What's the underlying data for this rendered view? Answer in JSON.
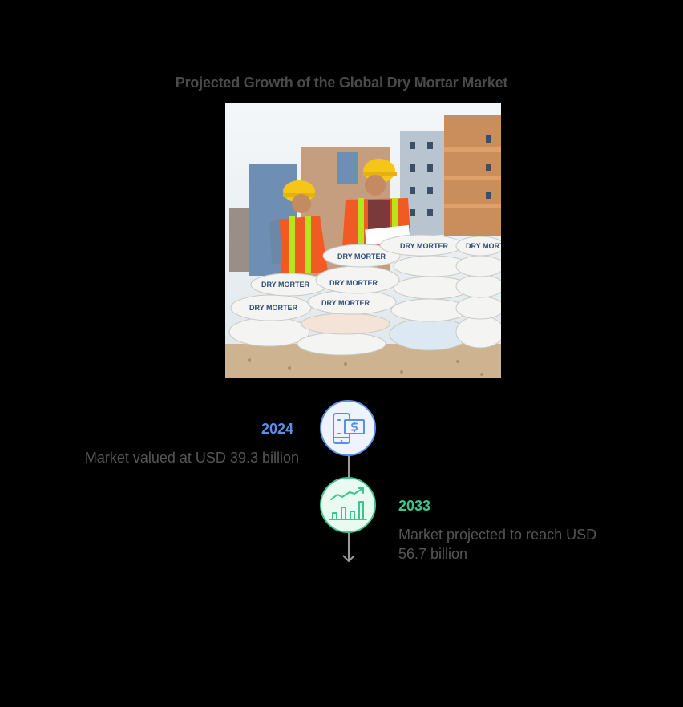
{
  "title": "Projected Growth of the Global Dry Mortar Market",
  "photo": {
    "alt": "Two construction workers in hard hats and safety vests standing beside stacked bags of dry mortar at a construction site",
    "bag_label": "DRY MORTER"
  },
  "timeline": {
    "items": [
      {
        "year": "2024",
        "description": "Market valued at USD 39.3 billion",
        "icon": "mobile-payment-icon",
        "color": "#5b8fe6",
        "side": "left"
      },
      {
        "year": "2033",
        "description_line1": "Market projected to reach USD",
        "description_line2": "56.7 billion",
        "icon": "growth-chart-icon",
        "color": "#3ec48c",
        "side": "right"
      }
    ],
    "arrow_icon": "arrow-down-icon"
  },
  "colors": {
    "title": "#4a4a4a",
    "text": "#555555",
    "blue": "#5b8fe6",
    "green": "#3ec48c",
    "connector": "#9a9a9a"
  }
}
